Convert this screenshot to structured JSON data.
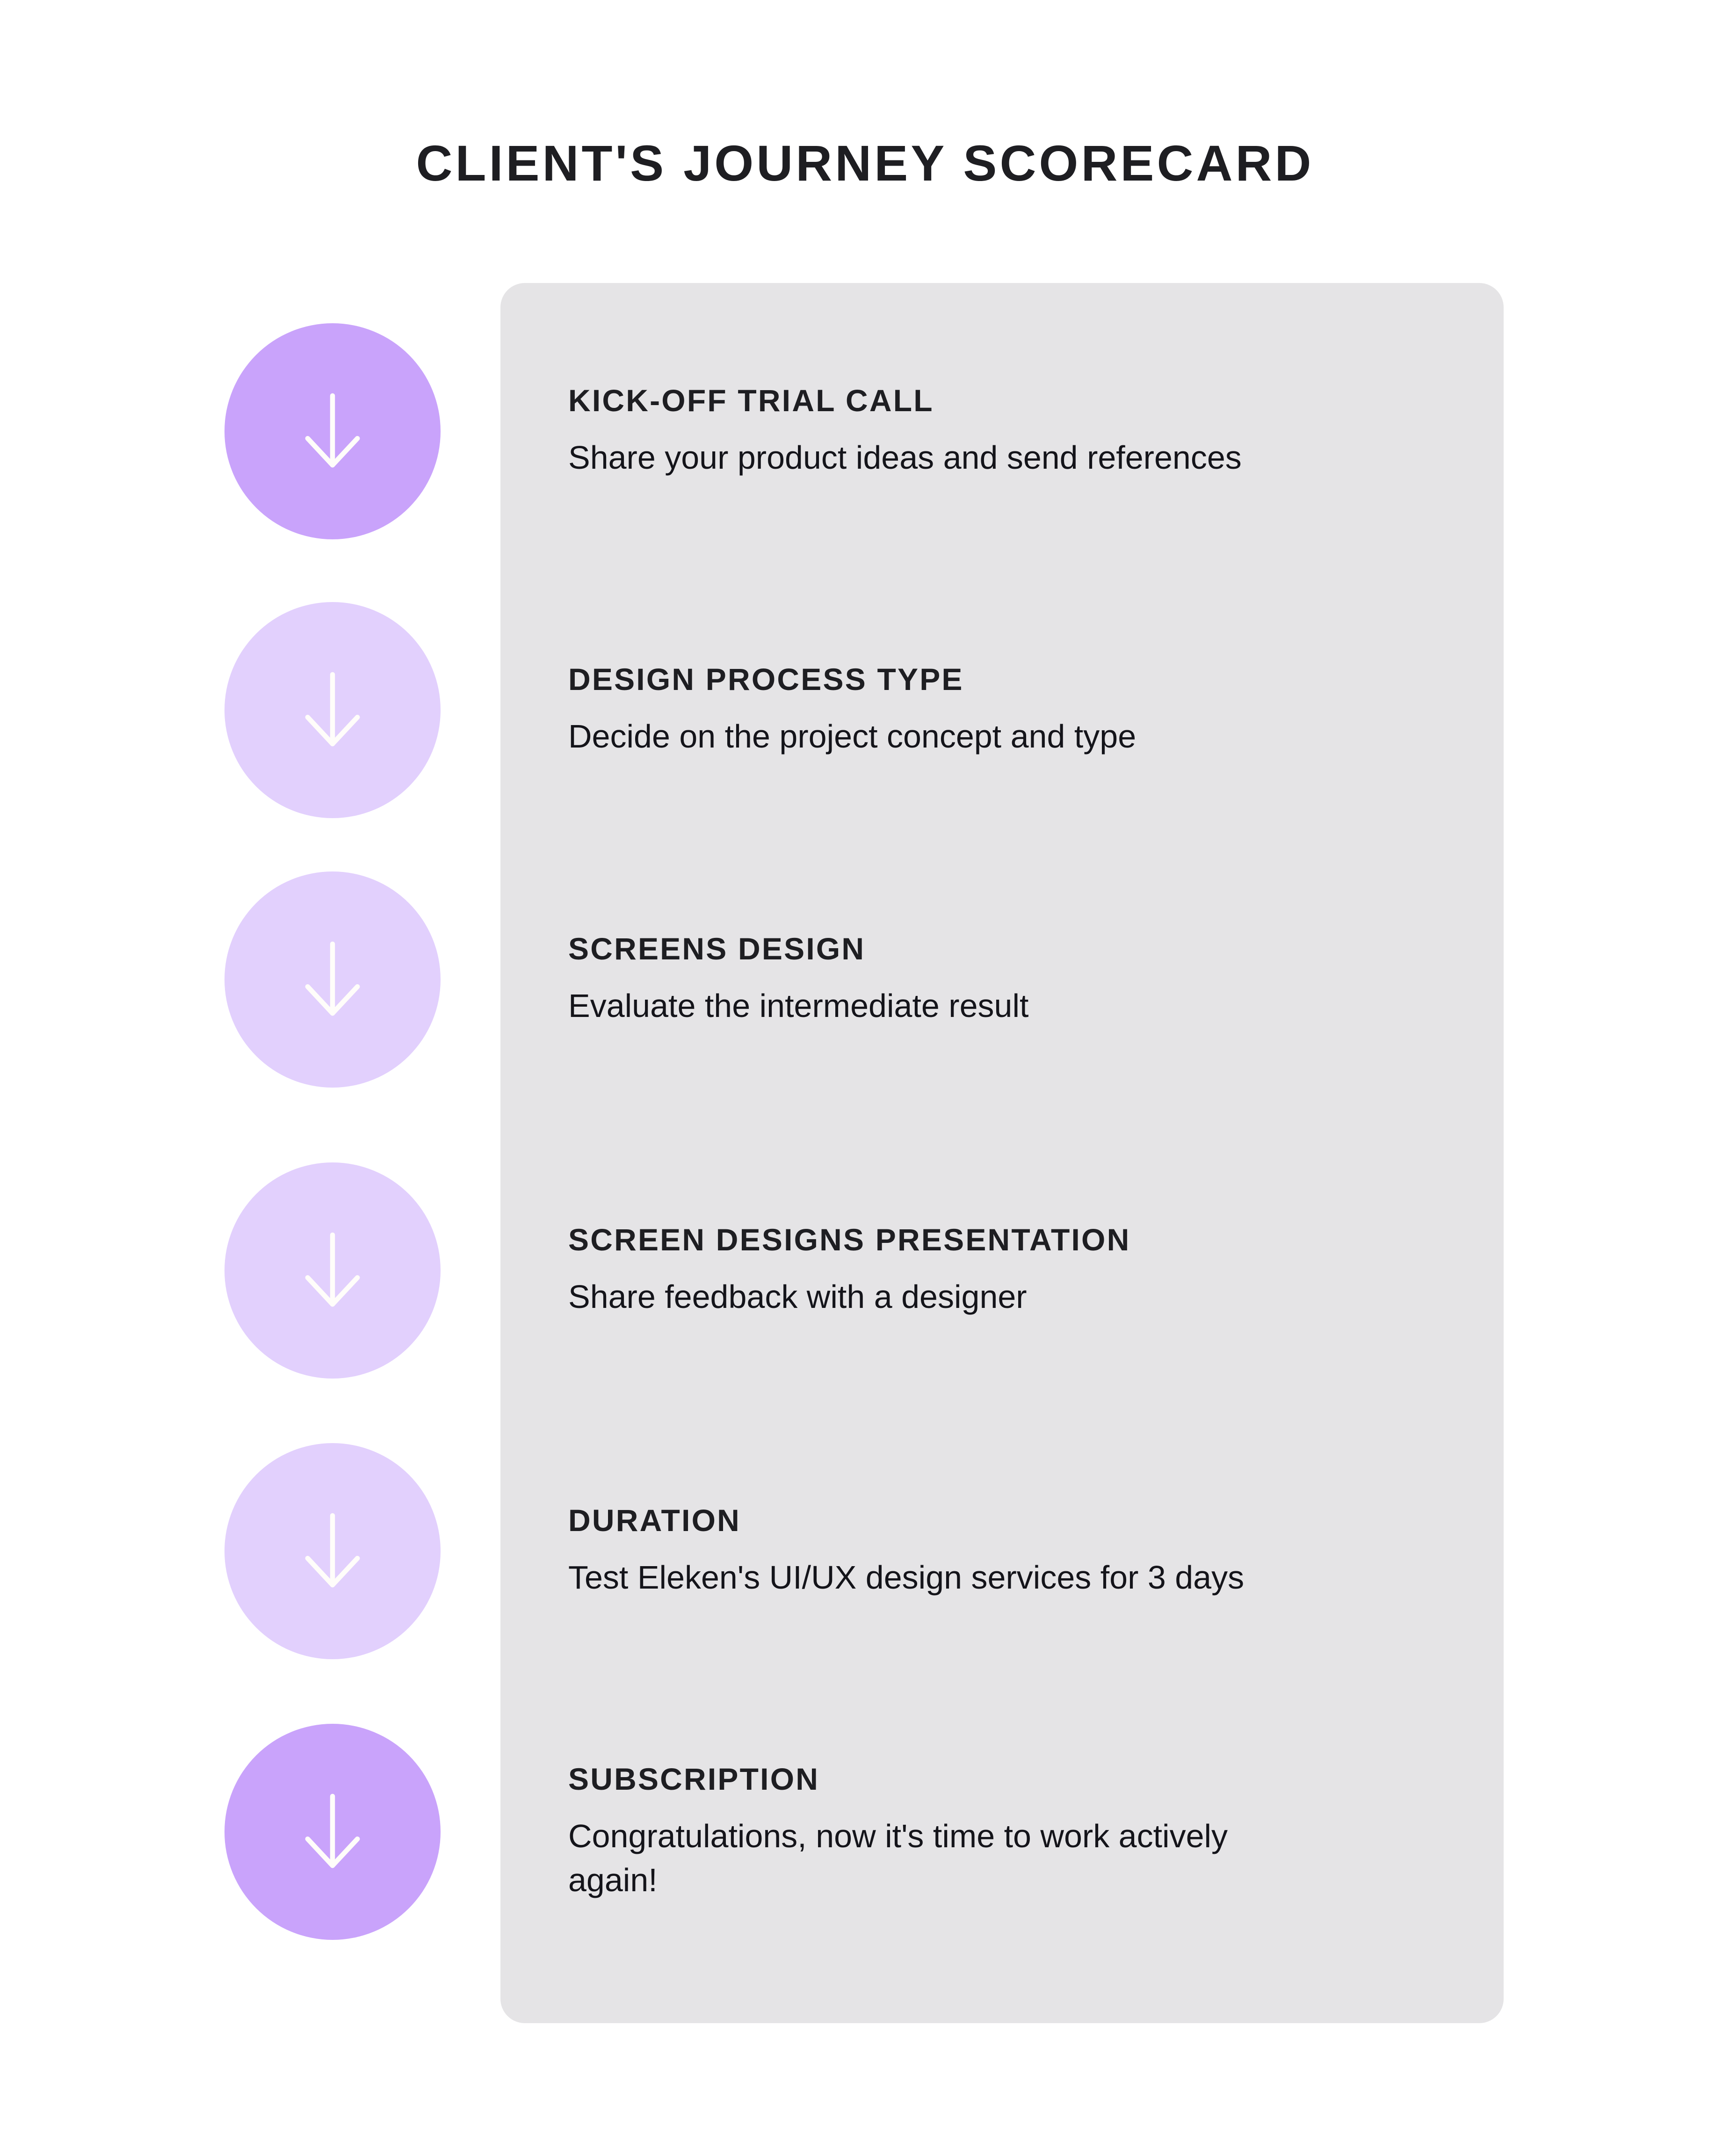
{
  "title": "CLIENT'S JOURNEY SCORECARD",
  "colors": {
    "background": "#FFFFFF",
    "panel": "#E5E4E6",
    "marker_strong": "#C9A3FB",
    "marker_soft": "#E2D0FD",
    "arrow": "#FFFDFA",
    "text": "#1E1E22"
  },
  "steps": [
    {
      "icon": "arrow-down-icon",
      "tone": "strong",
      "heading": "KICK-OFF TRIAL CALL",
      "description": "Share your product ideas and send references"
    },
    {
      "icon": "arrow-down-icon",
      "tone": "soft",
      "heading": "DESIGN PROCESS TYPE",
      "description": "Decide on the project concept and type"
    },
    {
      "icon": "arrow-down-icon",
      "tone": "soft",
      "heading": "SCREENS DESIGN",
      "description": "Evaluate the intermediate result"
    },
    {
      "icon": "arrow-down-icon",
      "tone": "soft",
      "heading": "SCREEN DESIGNS PRESENTATION",
      "description": "Share feedback with a designer"
    },
    {
      "icon": "arrow-down-icon",
      "tone": "soft",
      "heading": "DURATION",
      "description": "Test Eleken's UI/UX design services for 3 days"
    },
    {
      "icon": "arrow-down-icon",
      "tone": "strong",
      "heading": "SUBSCRIPTION",
      "description": "Congratulations, now it's time to work actively again!"
    }
  ]
}
